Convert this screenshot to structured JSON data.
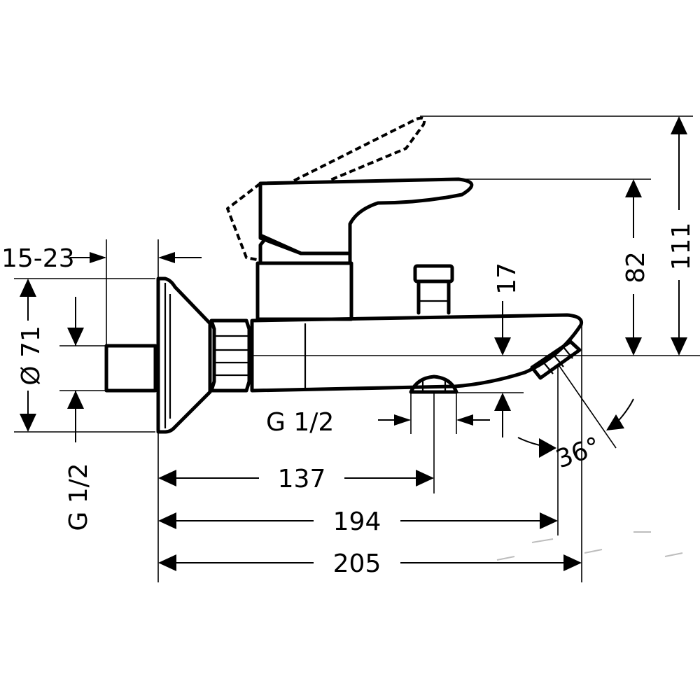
{
  "dimensions": {
    "wall_distance": "15-23",
    "flange_diameter": "Ø 71",
    "inlet_thread": "G 1/2",
    "spout_outlet_thread": "G 1/2",
    "spout_offset": "17",
    "handle_height": "82",
    "total_height": "111",
    "spout_angle": "36°",
    "length_to_outlet": "137",
    "length_to_spout_end": "194",
    "total_length": "205"
  }
}
